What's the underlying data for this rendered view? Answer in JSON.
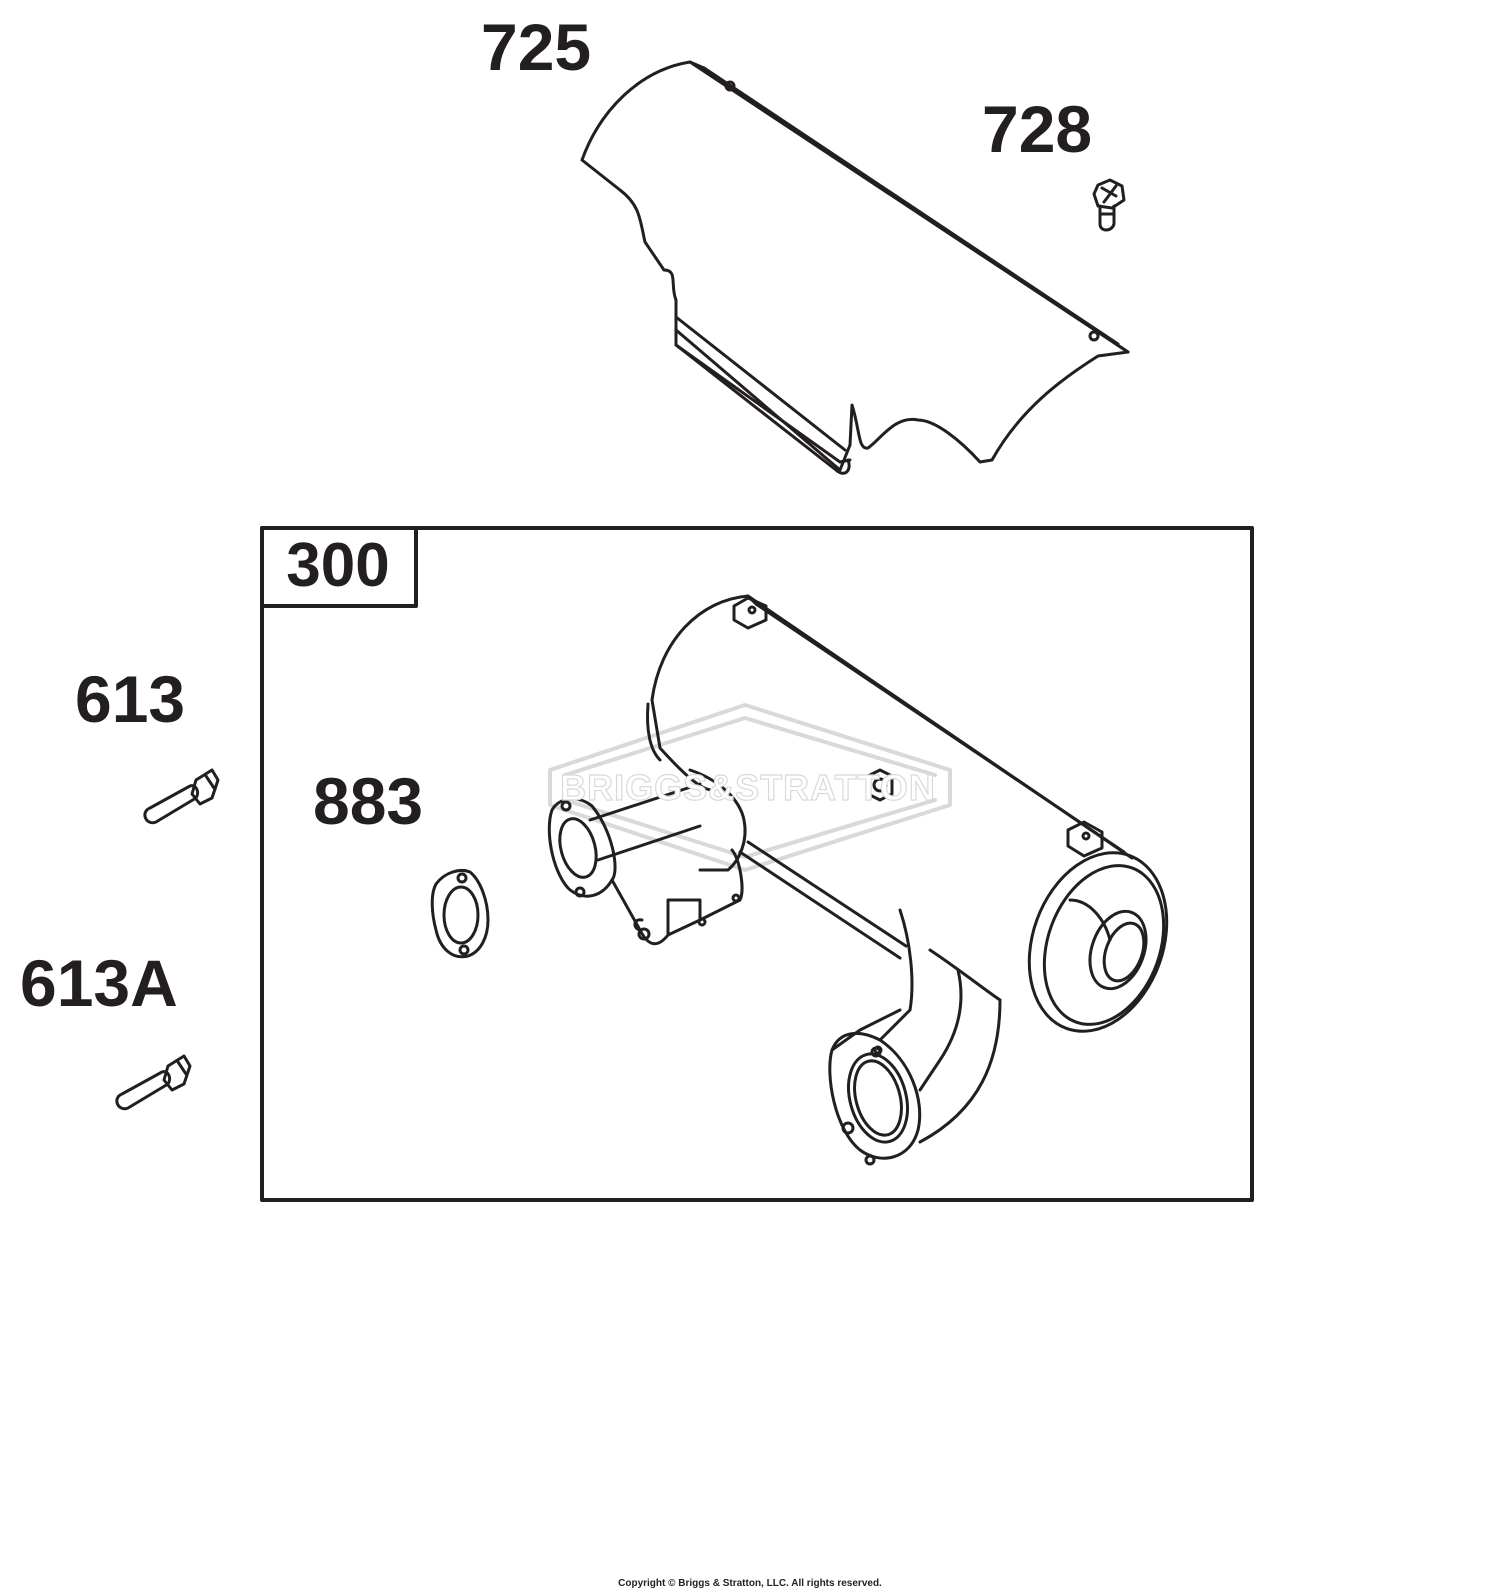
{
  "labels": {
    "heat_shield": "725",
    "screw": "728",
    "kit": "300",
    "bolt_a": "613",
    "bolt_b": "613A",
    "gasket": "883"
  },
  "watermark": "BRIGGS&STRATTON",
  "copyright": "Copyright © Briggs & Stratton, LLC. All rights reserved."
}
